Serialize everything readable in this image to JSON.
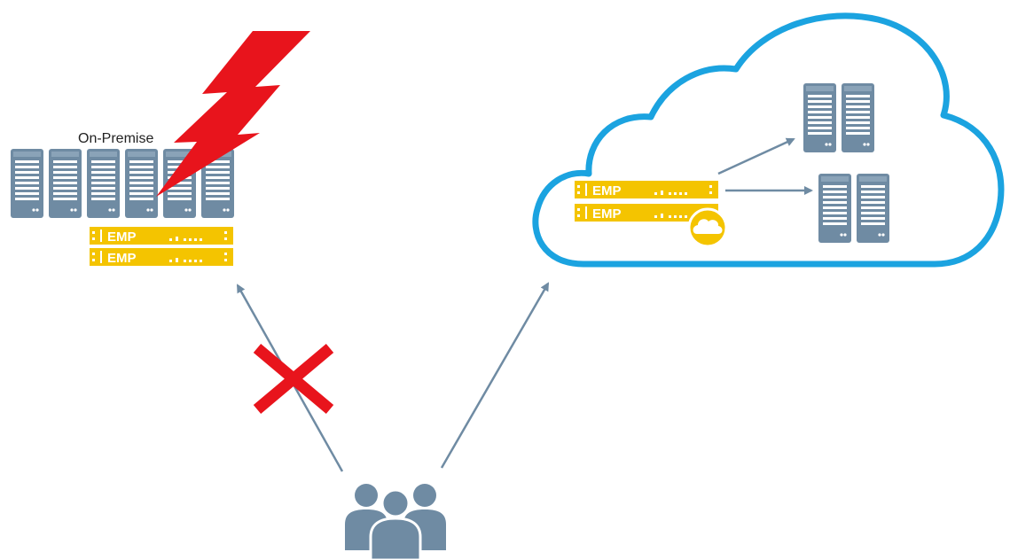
{
  "on_premise": {
    "label": "On-Premise",
    "emp_units": [
      "EMP",
      "EMP"
    ],
    "status": "outage"
  },
  "cloud": {
    "emp_units": [
      "EMP",
      "EMP"
    ],
    "server_racks": 2
  },
  "users": {
    "icon": "users-group-icon",
    "route_to_on_premise": "blocked",
    "route_to_cloud": "allowed"
  },
  "colors": {
    "server_body": "#6f8ba3",
    "server_slot": "#ffffff",
    "emp_body": "#f4c400",
    "lightning": "#e8141c",
    "blocked_x": "#e8141c",
    "cloud_outline": "#1ba3e0",
    "arrow": "#6f8ba3",
    "users": "#6f8ba3"
  }
}
